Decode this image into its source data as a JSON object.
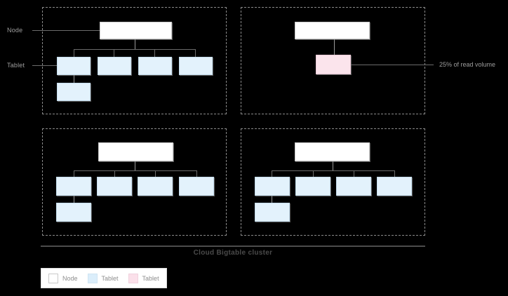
{
  "diagram": {
    "title": "Cloud Bigtable cluster",
    "background_color": "#000000",
    "axis_labels": [
      {
        "id": "node",
        "text": "Node"
      },
      {
        "id": "tablet",
        "text": "Tablet"
      }
    ],
    "callouts": [
      {
        "id": "hot-tablet",
        "text": "25% of read volume"
      }
    ],
    "colors": {
      "node_fill": "#ffffff",
      "tablet_fill": "#e3f2fc",
      "hot_tablet_fill": "#fbe4ec",
      "connector": "#6b6b6b",
      "dashed_border": "#8a8a8a",
      "label_text": "#9e9e9e",
      "cluster_text": "#4a4a4a"
    },
    "nodes": [
      {
        "id": "node-1",
        "position": "top-left",
        "tablets": 5,
        "has_hot_tablet": false,
        "note": "four tablets in a row plus one nested under the first"
      },
      {
        "id": "node-2",
        "position": "top-right",
        "tablets": 1,
        "has_hot_tablet": true,
        "note": "single hot tablet receiving 25% of read volume"
      },
      {
        "id": "node-3",
        "position": "bottom-left",
        "tablets": 5,
        "has_hot_tablet": false,
        "note": "four tablets in a row plus one nested under the first"
      },
      {
        "id": "node-4",
        "position": "bottom-right",
        "tablets": 5,
        "has_hot_tablet": false,
        "note": "four tablets in a row plus one nested under the first"
      }
    ]
  },
  "legend": {
    "items": [
      {
        "id": "legend-node",
        "label": "Node",
        "swatch": "node-swatch"
      },
      {
        "id": "legend-tablet",
        "label": "Tablet",
        "swatch": "tablet-swatch"
      },
      {
        "id": "legend-hot-tablet",
        "label": "Tablet",
        "swatch": "hot-tablet-swatch"
      }
    ]
  }
}
